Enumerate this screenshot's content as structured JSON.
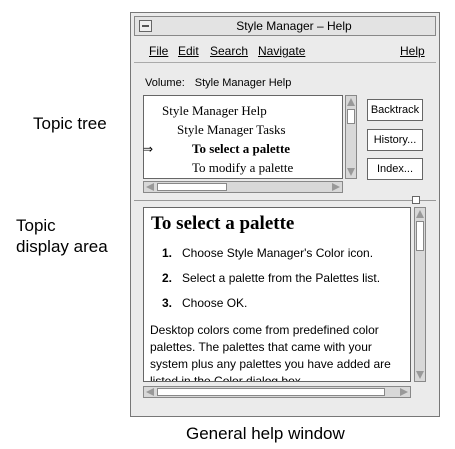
{
  "callouts": {
    "topic_tree": "Topic tree",
    "topic_display_line1": "Topic",
    "topic_display_line2": "display area"
  },
  "caption": "General help window",
  "window": {
    "title": "Style Manager – Help"
  },
  "menubar": {
    "file": "File",
    "edit": "Edit",
    "search": "Search",
    "navigate": "Navigate",
    "help": "Help"
  },
  "volume": {
    "label": "Volume:",
    "value": "Style Manager Help"
  },
  "topic_tree": {
    "current_marker": "⇒",
    "items": [
      "Style Manager Help",
      "Style Manager Tasks",
      "To select a palette",
      "To modify a palette"
    ]
  },
  "buttons": {
    "backtrack": "Backtrack",
    "history": "History...",
    "index": "Index..."
  },
  "topic_display": {
    "title": "To select a palette",
    "steps": [
      {
        "num": "1.",
        "text": "Choose Style Manager's Color icon."
      },
      {
        "num": "2.",
        "text": "Select a palette from the Palettes list."
      },
      {
        "num": "3.",
        "text": "Choose OK."
      }
    ],
    "paragraph": "Desktop colors come from predefined color palettes. The palettes that came with your system plus any palettes you have added are listed in the Color dialog box."
  }
}
